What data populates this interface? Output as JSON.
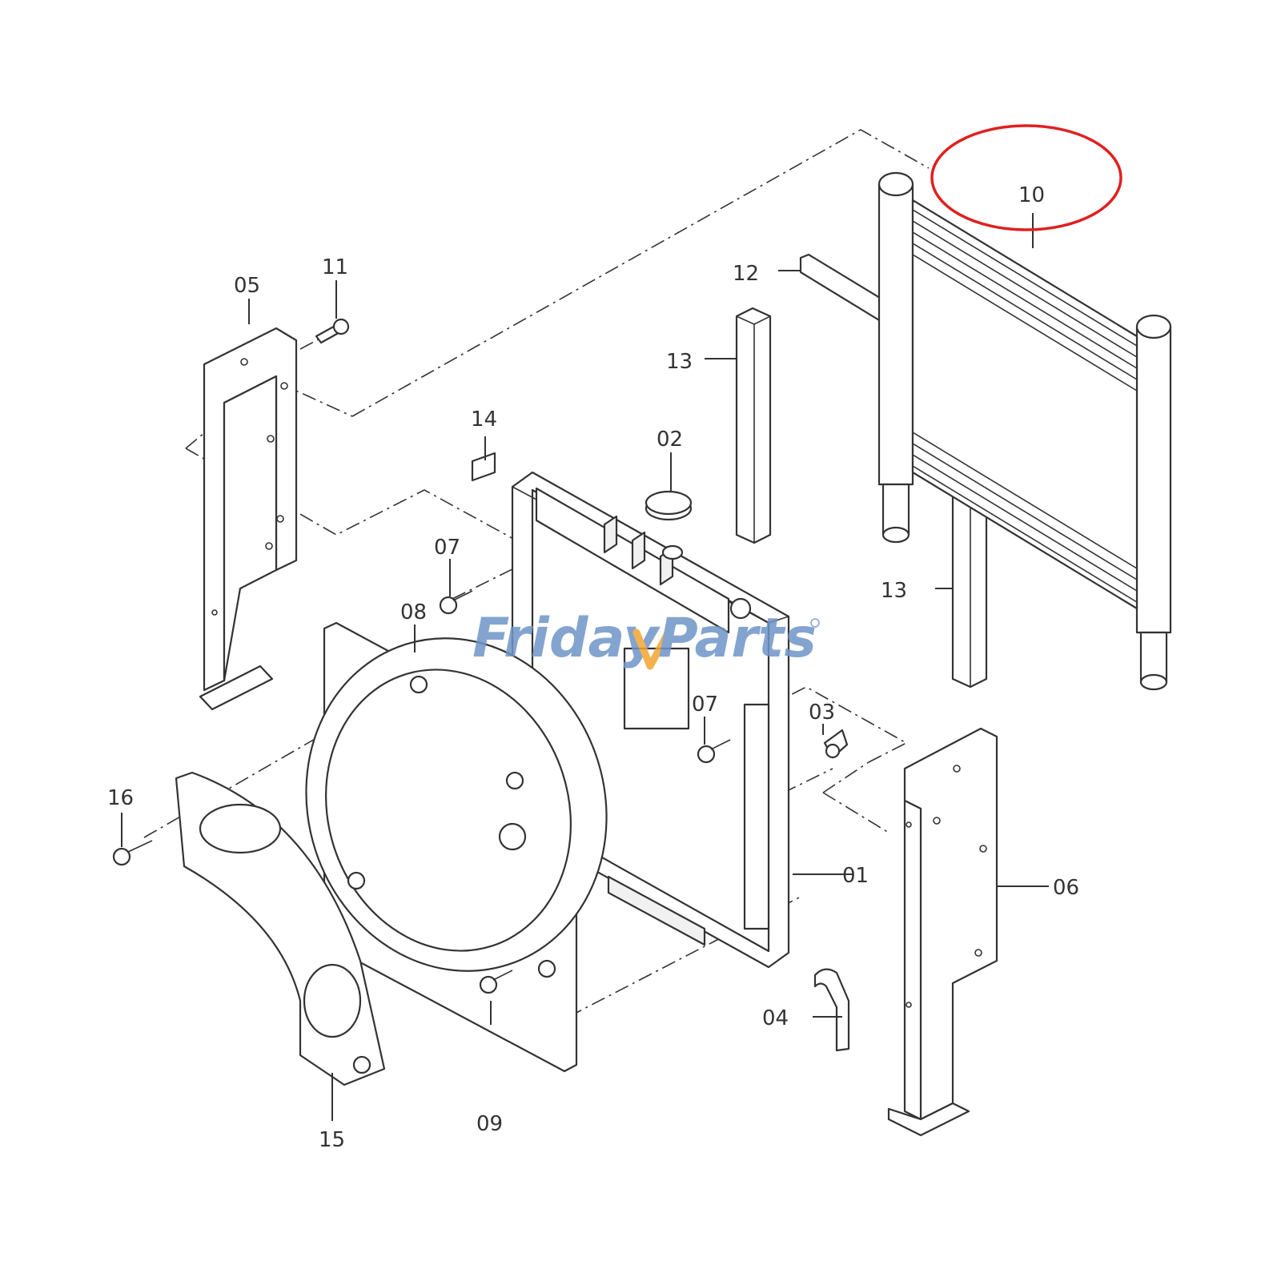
{
  "callouts": {
    "c01": "01",
    "c02": "02",
    "c03": "03",
    "c04": "04",
    "c05": "05",
    "c06": "06",
    "c07a": "07",
    "c07b": "07",
    "c08": "08",
    "c09": "09",
    "c10": "10",
    "c11": "11",
    "c12": "12",
    "c13a": "13",
    "c13b": "13",
    "c14": "14",
    "c15": "15",
    "c16": "16"
  },
  "highlight": {
    "part": "10",
    "color": "#e02020"
  },
  "watermark": {
    "brand": "FridayParts",
    "colors": {
      "text": "#6f95c8",
      "accent": "#f2a531"
    }
  }
}
